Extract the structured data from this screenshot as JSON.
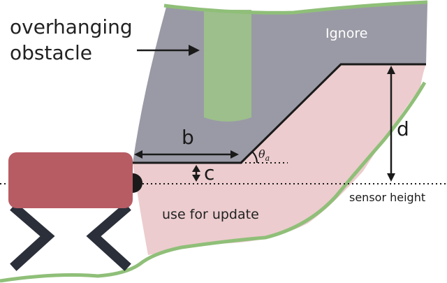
{
  "labels": {
    "overhanging_line1": "overhanging",
    "overhanging_line2": "obstacle",
    "ignore": "Ignore",
    "use_for_update": "use for update",
    "sensor_height": "sensor height",
    "dim_b": "b",
    "dim_c": "c",
    "dim_d": "d",
    "theta": "θ",
    "theta_sub": "a"
  },
  "colors": {
    "ignore_region": "#9a9aa6",
    "update_region": "#ecccce",
    "obstacle": "#9dbf8c",
    "terrain_line": "#8fbf78",
    "robot_body": "#b85c64",
    "robot_legs": "#2b2f3a",
    "annotation": "#1a1a1a"
  }
}
